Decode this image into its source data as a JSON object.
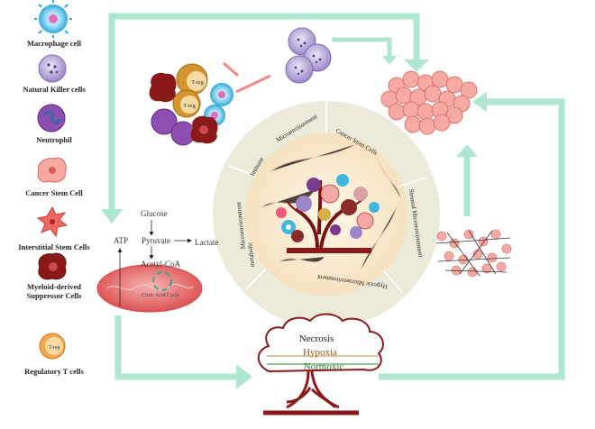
{
  "legend": {
    "macrophage": "Macrophage cell",
    "nk": "Natural Killer cells",
    "neutrophil": "Neutrophil",
    "csc": "Cancer Stem Cell",
    "interstitial": "Interstitial Stem Cells",
    "mdsc_line1": "Myeloid-derived",
    "mdsc_line2": "Suppressor Cells",
    "treg": "Regulatory T cells",
    "treg_cell_text": "T-reg"
  },
  "cluster": {
    "treg_a": "T-reg",
    "treg_b": "T-reg"
  },
  "ring": {
    "immune": "Immune",
    "microenvironment": "Microenvironment",
    "cancer_stem_cells": "Cancer Stem Cells",
    "stromal": "Stromal Microenvironment",
    "hypoxic": "Hypoxic Microenvironment",
    "metabolic": "metabolic",
    "metabolic_micro": "Microenvironment"
  },
  "metabolism": {
    "glucose": "Glucose",
    "pyruvate": "Pyruvate",
    "lactate": "Lactate",
    "atp": "ATP",
    "acetyl_coa": "Acetyl-CoA",
    "citric_acid_cycle": "Citric Acid Cycle"
  },
  "tree": {
    "necrosis": "Necrosis",
    "hypoxia": "Hypoxia",
    "normoxic": "Normoxic"
  },
  "colors": {
    "arrow": "#aee6cf",
    "ring": "#ecebd9",
    "core": "#fdf2d9",
    "mito": "#e35d5d",
    "tree_outline": "#8a1a1a"
  }
}
